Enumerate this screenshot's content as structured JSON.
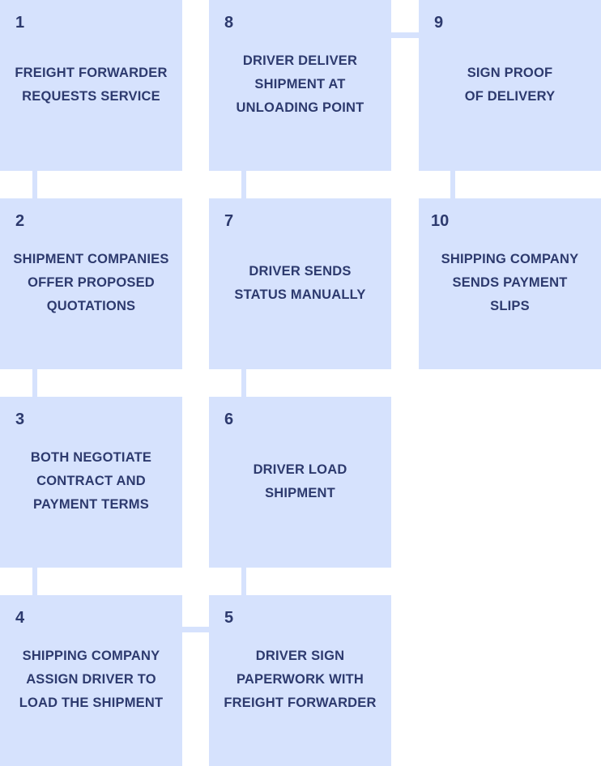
{
  "steps": [
    {
      "number": "1",
      "label": "FREIGHT FORWARDER\nREQUESTS SERVICE"
    },
    {
      "number": "2",
      "label": "SHIPMENT COMPANIES\nOFFER PROPOSED\nQUOTATIONS"
    },
    {
      "number": "3",
      "label": "BOTH NEGOTIATE\nCONTRACT AND\nPAYMENT TERMS"
    },
    {
      "number": "4",
      "label": "SHIPPING COMPANY\nASSIGN DRIVER TO\nLOAD THE SHIPMENT"
    },
    {
      "number": "5",
      "label": "DRIVER SIGN\nPAPERWORK WITH\nFREIGHT FORWARDER"
    },
    {
      "number": "6",
      "label": "DRIVER LOAD\nSHIPMENT"
    },
    {
      "number": "7",
      "label": "DRIVER SENDS\nSTATUS MANUALLY"
    },
    {
      "number": "8",
      "label": "DRIVER DELIVER\nSHIPMENT AT\nUNLOADING POINT"
    },
    {
      "number": "9",
      "label": "SIGN PROOF\nOF DELIVERY"
    },
    {
      "number": "10",
      "label": "SHIPPING COMPANY\nSENDS PAYMENT\nSLIPS"
    }
  ],
  "colors": {
    "box": "#d6e2fd",
    "text": "#2d3a6e"
  }
}
